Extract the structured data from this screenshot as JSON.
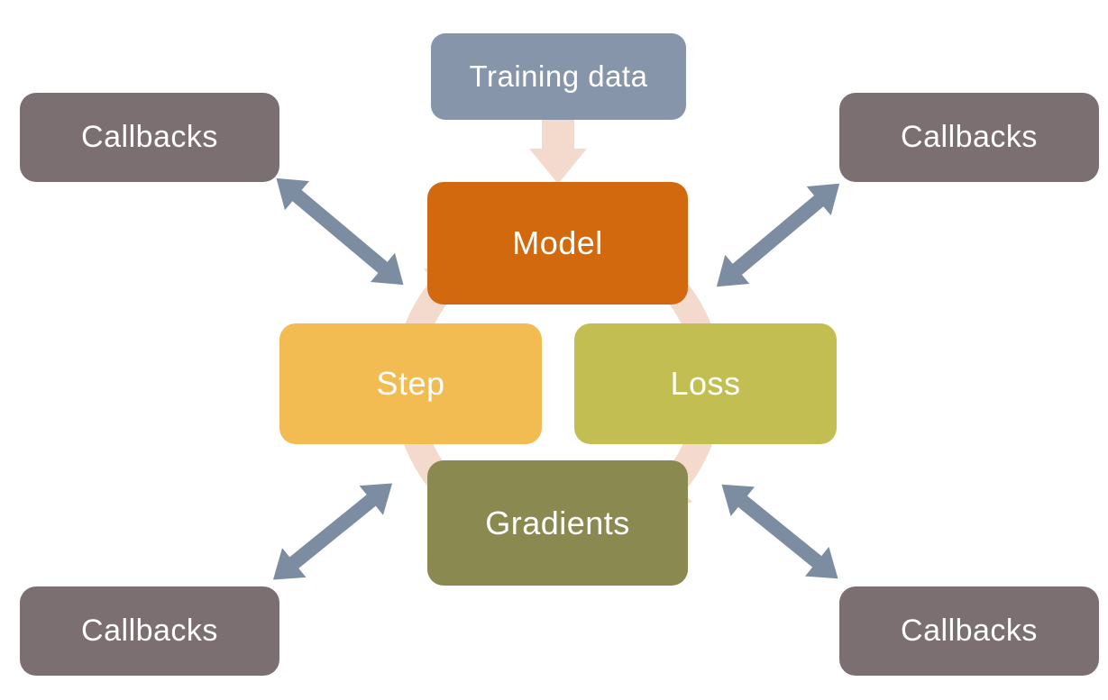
{
  "diagram": {
    "nodes": {
      "training_data": {
        "label": "Training data"
      },
      "model": {
        "label": "Model"
      },
      "step": {
        "label": "Step"
      },
      "loss": {
        "label": "Loss"
      },
      "gradients": {
        "label": "Gradients"
      },
      "callbacks_top_left": {
        "label": "Callbacks"
      },
      "callbacks_top_right": {
        "label": "Callbacks"
      },
      "callbacks_bottom_left": {
        "label": "Callbacks"
      },
      "callbacks_bottom_right": {
        "label": "Callbacks"
      }
    },
    "cycle": {
      "order": [
        "Model",
        "Loss",
        "Gradients",
        "Step"
      ],
      "direction": "clockwise"
    },
    "colors": {
      "training_data": "#8795AB",
      "model": "#D2690E",
      "step": "#F2BC52",
      "loss": "#C3BE51",
      "gradients": "#8A8950",
      "callbacks": "#7B6F72",
      "cycle_arrow": "#F3DACD",
      "connector_arrow": "#7C8CA1",
      "text": "#FFFFFF",
      "background": "#FFFFFF"
    }
  }
}
